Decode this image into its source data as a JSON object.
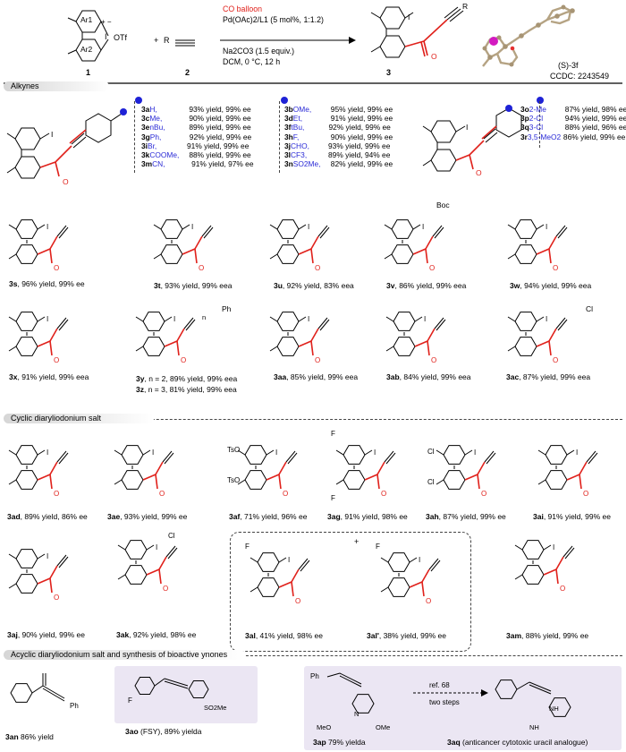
{
  "scheme": {
    "reagent1_label": "1",
    "reagent2_label": "2",
    "product_label": "3",
    "anion": "OTf",
    "r1": "R",
    "conditions": {
      "line1": "CO balloon",
      "line2": "Pd(OAc)2/L1 (5 mol%, 1:1.2)",
      "line3": "Na2CO3 (1.5 equiv.)",
      "line4": "DCM, 0 °C, 12 h"
    },
    "crystal_label": "(S)-3f",
    "ccdc": "CCDC: 2243549"
  },
  "sections": {
    "alkynes": "Alkynes",
    "cyclic": "Cyclic diaryliodonium salt",
    "acyclic": "Acyclic diaryliodonium salt and synthesis of bioactive ynones"
  },
  "table_left": [
    {
      "id": "3a",
      "sub": "H,",
      "res": "93% yield, 99% ee"
    },
    {
      "id": "3c",
      "sub": "Me,",
      "res": "90% yield, 99% ee"
    },
    {
      "id": "3e",
      "sub": "nBu,",
      "res": "89% yield, 99% ee"
    },
    {
      "id": "3g",
      "sub": "Ph,",
      "res": "92% yield, 99% ee"
    },
    {
      "id": "3i",
      "sub": "Br,",
      "res": "91% yield, 99% ee"
    },
    {
      "id": "3k",
      "sub": "COOMe,",
      "res": "88% yield, 99% ee"
    },
    {
      "id": "3m",
      "sub": "CN,",
      "res": "91% yield, 97% ee"
    }
  ],
  "table_mid": [
    {
      "id": "3b",
      "sub": "OMe,",
      "res": "95% yield, 99% ee"
    },
    {
      "id": "3d",
      "sub": "Et,",
      "res": "91% yield, 99% ee"
    },
    {
      "id": "3f",
      "sub": "tBu,",
      "res": "92% yield, 99% ee"
    },
    {
      "id": "3h",
      "sub": "F,",
      "res": "90% yield, 99% ee"
    },
    {
      "id": "3j",
      "sub": "CHO,",
      "res": "93% yield, 99% ee"
    },
    {
      "id": "3l",
      "sub": "CF3,",
      "res": "89% yield, 94% ee"
    },
    {
      "id": "3n",
      "sub": "SO2Me,",
      "res": "82% yield, 99% ee"
    }
  ],
  "table_right": [
    {
      "id": "3o",
      "sub": "2-Me",
      "res": "87% yield, 98% ee"
    },
    {
      "id": "3p",
      "sub": "2-Cl",
      "res": "94% yield, 99% ee"
    },
    {
      "id": "3q",
      "sub": "3-Cl",
      "res": "88% yield, 96% ee"
    },
    {
      "id": "3r",
      "sub": "3,5-MeO2",
      "res": "86% yield, 99% ee"
    }
  ],
  "row_a": [
    {
      "id": "3s",
      "text": "96% yield, 99% ee"
    },
    {
      "id": "3t",
      "text": "93% yield, 99% eea"
    },
    {
      "id": "3u",
      "text": "92% yield, 83% eea"
    },
    {
      "id": "3v",
      "text": "86% yield, 99% eea"
    },
    {
      "id": "3w",
      "text": "94% yield, 99% eea"
    }
  ],
  "row_b": [
    {
      "id": "3x",
      "text": "91% yield, 99% eea"
    },
    {
      "id": "3y",
      "text": "n = 2, 89% yield, 99% eea"
    },
    {
      "id": "3z",
      "text": "n = 3, 81% yield, 99% eea"
    },
    {
      "id": "3aa",
      "text": "85% yield, 99% eea"
    },
    {
      "id": "3ab",
      "text": "84% yield, 99% eea"
    },
    {
      "id": "3ac",
      "text": "87% yield, 99% eea"
    }
  ],
  "row_c": [
    {
      "id": "3ad",
      "text": "89% yield, 86% ee"
    },
    {
      "id": "3ae",
      "text": "93% yield, 99% ee"
    },
    {
      "id": "3af",
      "text": "71% yield, 96% ee"
    },
    {
      "id": "3ag",
      "text": "91% yield, 98% ee"
    },
    {
      "id": "3ah",
      "text": "87% yield, 99% ee"
    },
    {
      "id": "3ai",
      "text": "91% yield, 99% ee"
    }
  ],
  "row_d": [
    {
      "id": "3aj",
      "text": "90% yield, 99% ee"
    },
    {
      "id": "3ak",
      "text": "92% yield, 98% ee"
    },
    {
      "id": "3al",
      "text": "41% yield, 98% ee"
    },
    {
      "id": "3al'",
      "text": "38% yield, 99% ee"
    },
    {
      "id": "3am",
      "text": "88% yield, 99% ee"
    }
  ],
  "row_e": [
    {
      "id": "3an",
      "text": "86% yield"
    },
    {
      "id": "3ao",
      "text": "(FSY), 89% yielda"
    },
    {
      "id": "3ap",
      "text": "79% yielda"
    },
    {
      "id": "3aq",
      "text": "(anticancer cytotoxic uracil analogue)"
    }
  ],
  "labels": {
    "boc": "Boc",
    "ph": "Ph",
    "cl": "Cl",
    "f": "F",
    "ts": "TsO",
    "i": "I",
    "o": "O",
    "n_sub": "n",
    "so2me": "SO2Me",
    "meo": "MeO",
    "ome": "OMe",
    "nh": "NH",
    "n": "N",
    "ref": "ref. 68",
    "steps": "two steps",
    "ar1": "Ar1",
    "ar2": "Ar2",
    "plus": "+",
    "plus_minus": "+ −"
  },
  "colors": {
    "accent_red": "#e0211b",
    "substituent_blue": "#2b2bd6",
    "ball": "#1e22d6"
  }
}
